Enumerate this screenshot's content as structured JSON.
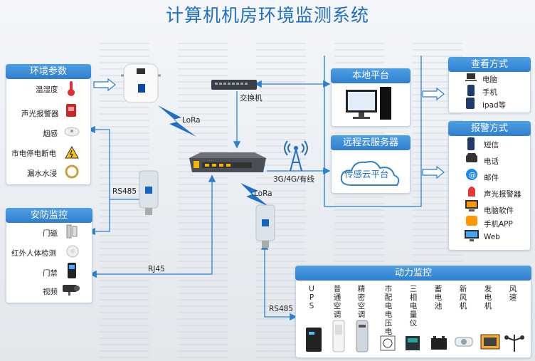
{
  "title": "计算机机房环境监测系统",
  "env": {
    "title": "环境参数",
    "items": [
      "温湿度",
      "声光报警器",
      "烟感",
      "市电停电断电",
      "漏水水浸"
    ]
  },
  "sec": {
    "title": "安防监控",
    "items": [
      "门磁",
      "红外人体检测",
      "门禁",
      "视频"
    ]
  },
  "power": {
    "title": "动力监控",
    "items": [
      "UPS",
      "普通空调",
      "精密空调",
      "市配电电压电流",
      "三相电量仪",
      "蓄电池",
      "新风机",
      "发电机",
      "风速"
    ]
  },
  "local": {
    "title": "本地平台"
  },
  "cloud": {
    "title": "远程云服务器",
    "label": "传感云平台"
  },
  "view": {
    "title": "查看方式",
    "items": [
      "电脑",
      "手机",
      "ipad等"
    ]
  },
  "alarm": {
    "title": "报警方式",
    "items": [
      "短信",
      "电话",
      "邮件",
      "声光报警器",
      "电脑软件",
      "手机APP",
      "Web"
    ]
  },
  "links": {
    "switch": "交换机",
    "lora1": "LoRa",
    "lora2": "LoRa",
    "rs485a": "RS485",
    "rs485b": "RS485",
    "rj45": "RJ45",
    "net": "3G/4G/有线"
  },
  "colors": {
    "accent": "#2f7fcf",
    "title": "#1f6fc2",
    "line": "#2f7fcf"
  }
}
